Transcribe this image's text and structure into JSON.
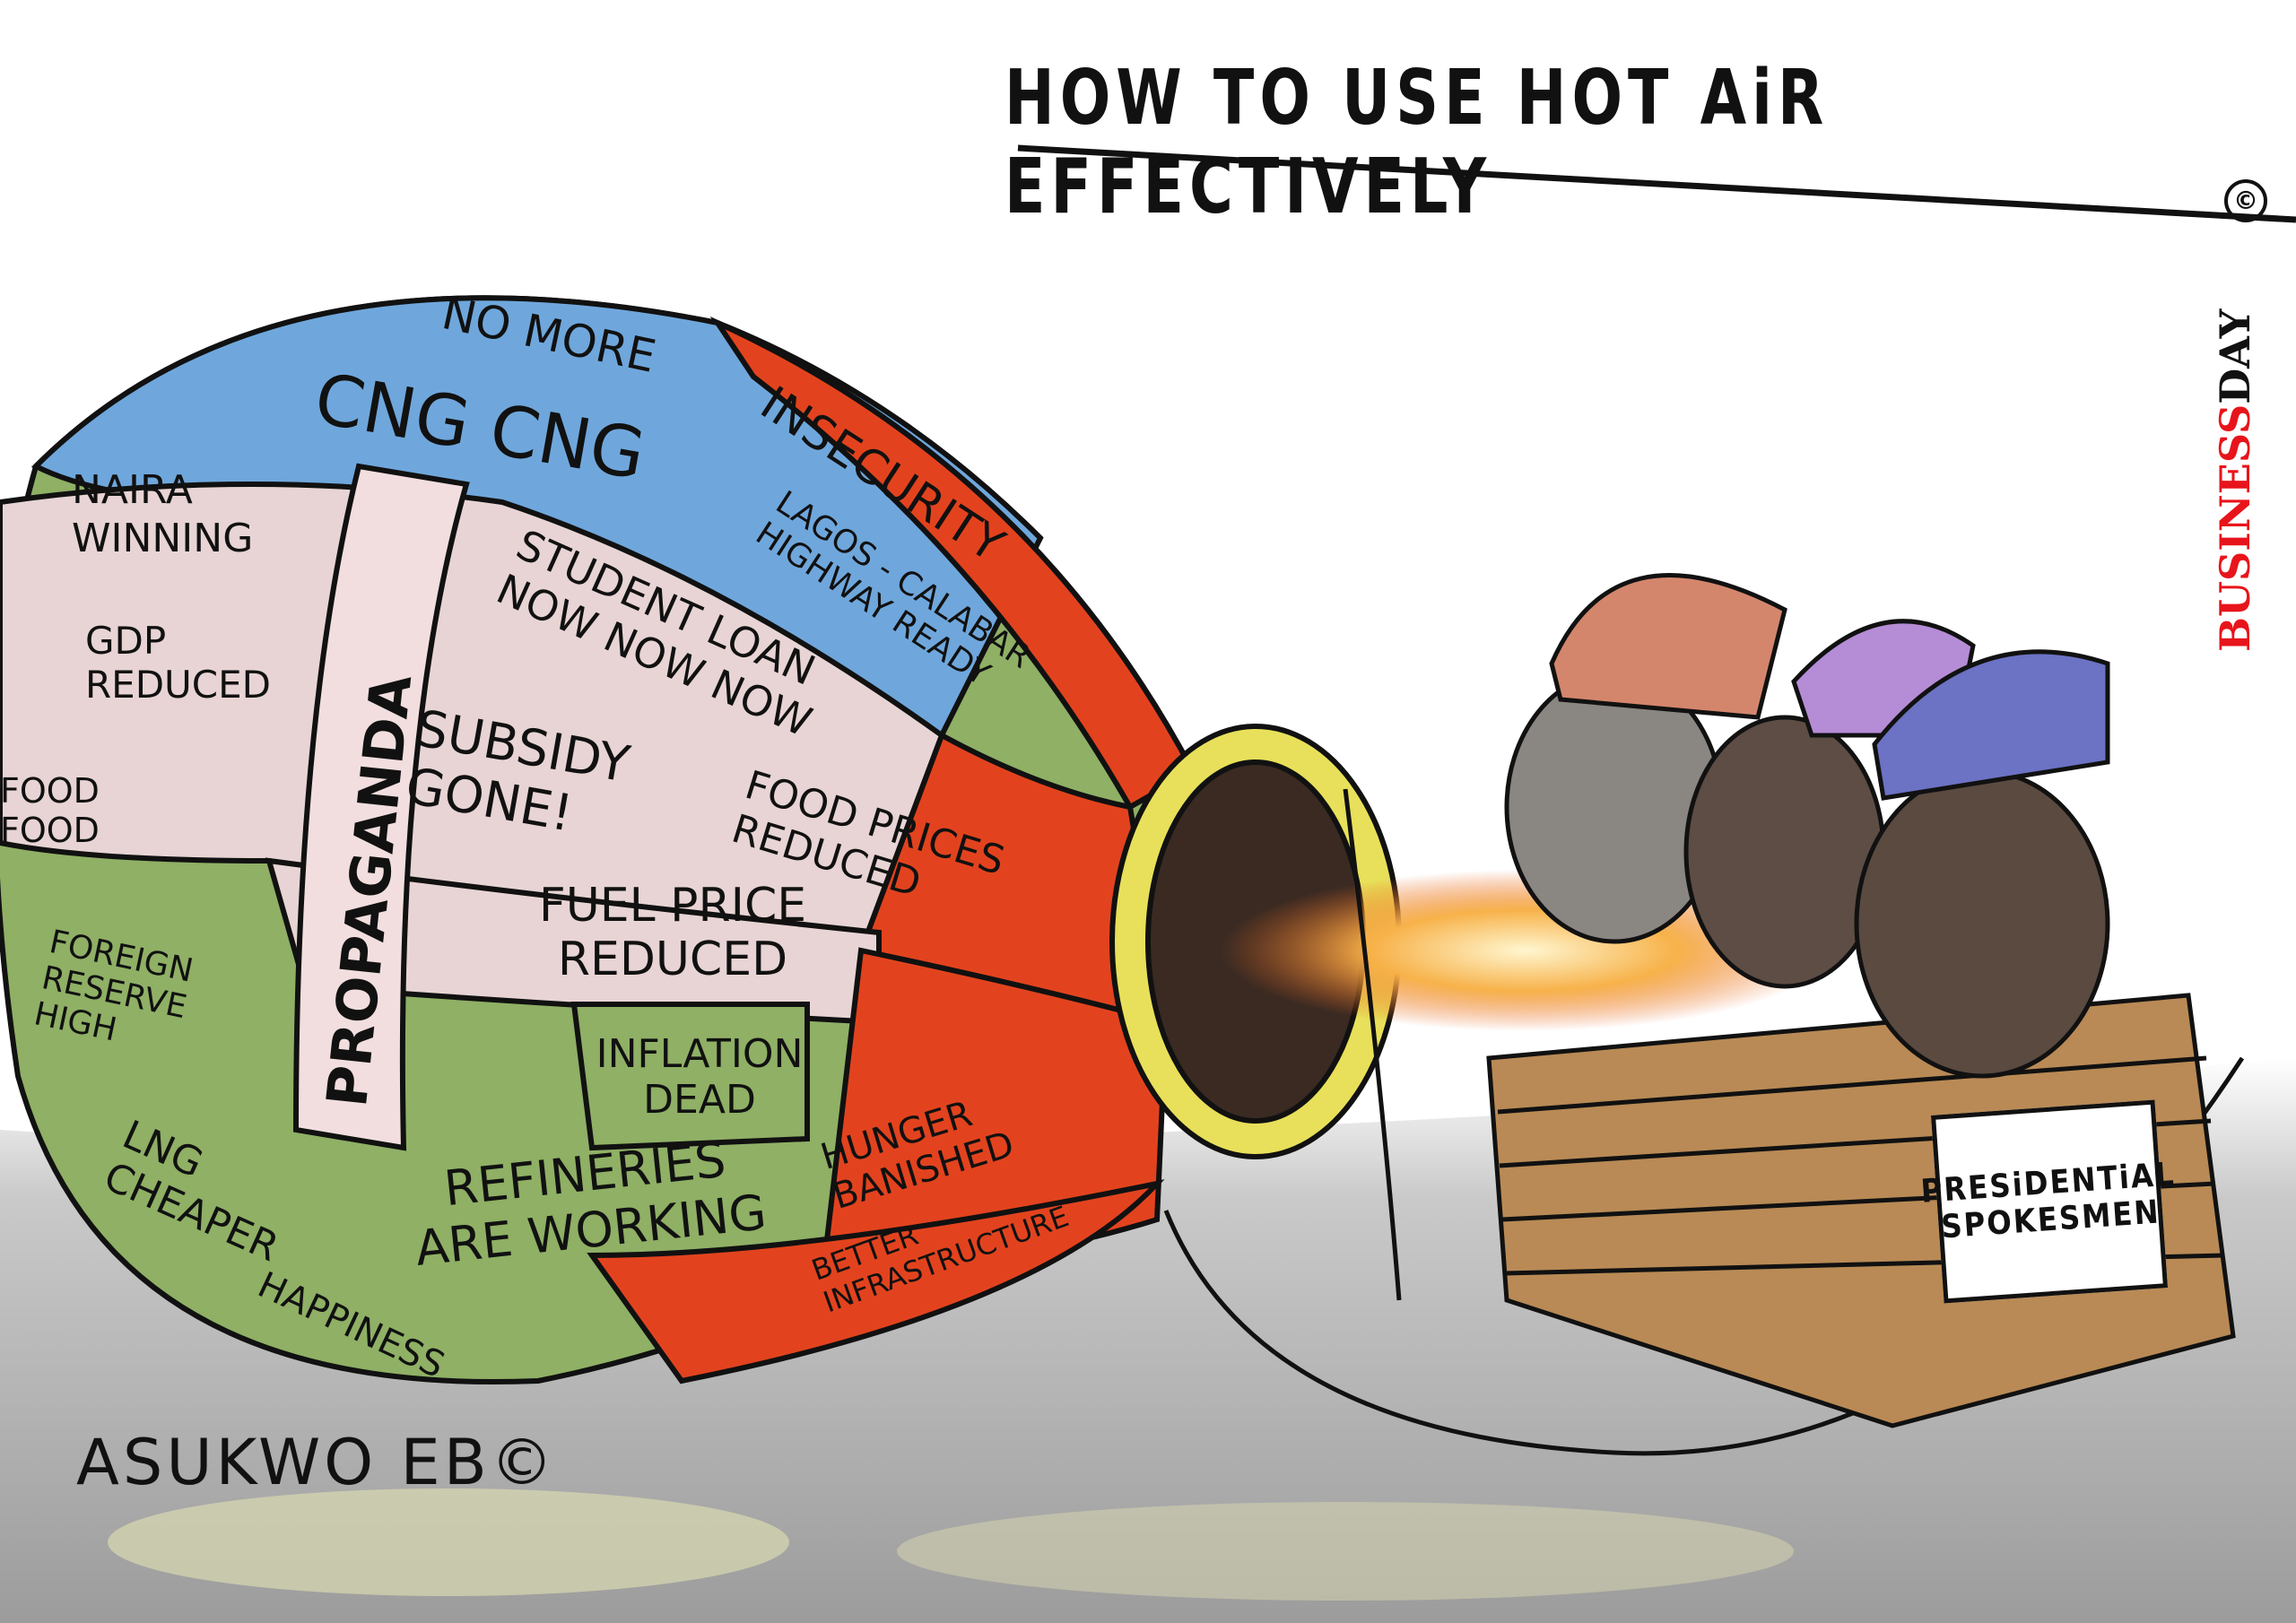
{
  "cartoon": {
    "title": "HOW TO USE HOT AiR EFFECTIVELY",
    "publisher": {
      "name_red": "BUSINESS",
      "name_black": "DAY",
      "copyright_symbol": "©"
    },
    "artist_signature": "ASUKWO EB©",
    "colors": {
      "blue_panel": "#6fa7dc",
      "red_panel": "#e2431e",
      "pink_panel": "#e8d4d4",
      "green_panel": "#8fb065",
      "propaganda_band": "#f2dede",
      "basket": "#b98a55",
      "ground": "#9a9a9a",
      "flame": "#f5a623",
      "brand_red": "#e8141b"
    },
    "balloon_labels": [
      {
        "id": "no-more",
        "text": "NO MORE"
      },
      {
        "id": "cng",
        "text": "CNG CNG"
      },
      {
        "id": "insecurity",
        "text": "INSECURITY"
      },
      {
        "id": "naira-winning",
        "text": "NAIRA WINNING"
      },
      {
        "id": "propaganda",
        "text": "PROPAGANDA"
      },
      {
        "id": "lagos-calabar",
        "text": "LAGOS - CALABAR HIGHWAY READY"
      },
      {
        "id": "student-loan",
        "text": "STUDENT LOAN NOW NOW NOW"
      },
      {
        "id": "gdp",
        "text": "GDP REDUCED"
      },
      {
        "id": "subsidy",
        "text": "SUBSIDY GONE!"
      },
      {
        "id": "food-food",
        "text": "FOOD FOOD"
      },
      {
        "id": "food-prices",
        "text": "FOOD PRICES REDUCED"
      },
      {
        "id": "fuel-price",
        "text": "FUEL PRICE REDUCED"
      },
      {
        "id": "foreign-reserve",
        "text": "FOREIGN RESERVE HIGH"
      },
      {
        "id": "inflation",
        "text": "INFLATION DEAD"
      },
      {
        "id": "lng",
        "text": "LNG CHEAPER"
      },
      {
        "id": "refineries",
        "text": "REFINERIES ARE WORKING"
      },
      {
        "id": "hunger",
        "text": "HUNGER BANISHED"
      },
      {
        "id": "happiness",
        "text": "HAPPINESS"
      },
      {
        "id": "infrastructure",
        "text": "BETTER INFRASTRUCTURE"
      }
    ],
    "basket_sign": {
      "line1": "PRESiDENTiAL",
      "line2": "SPOKESMEN"
    }
  }
}
